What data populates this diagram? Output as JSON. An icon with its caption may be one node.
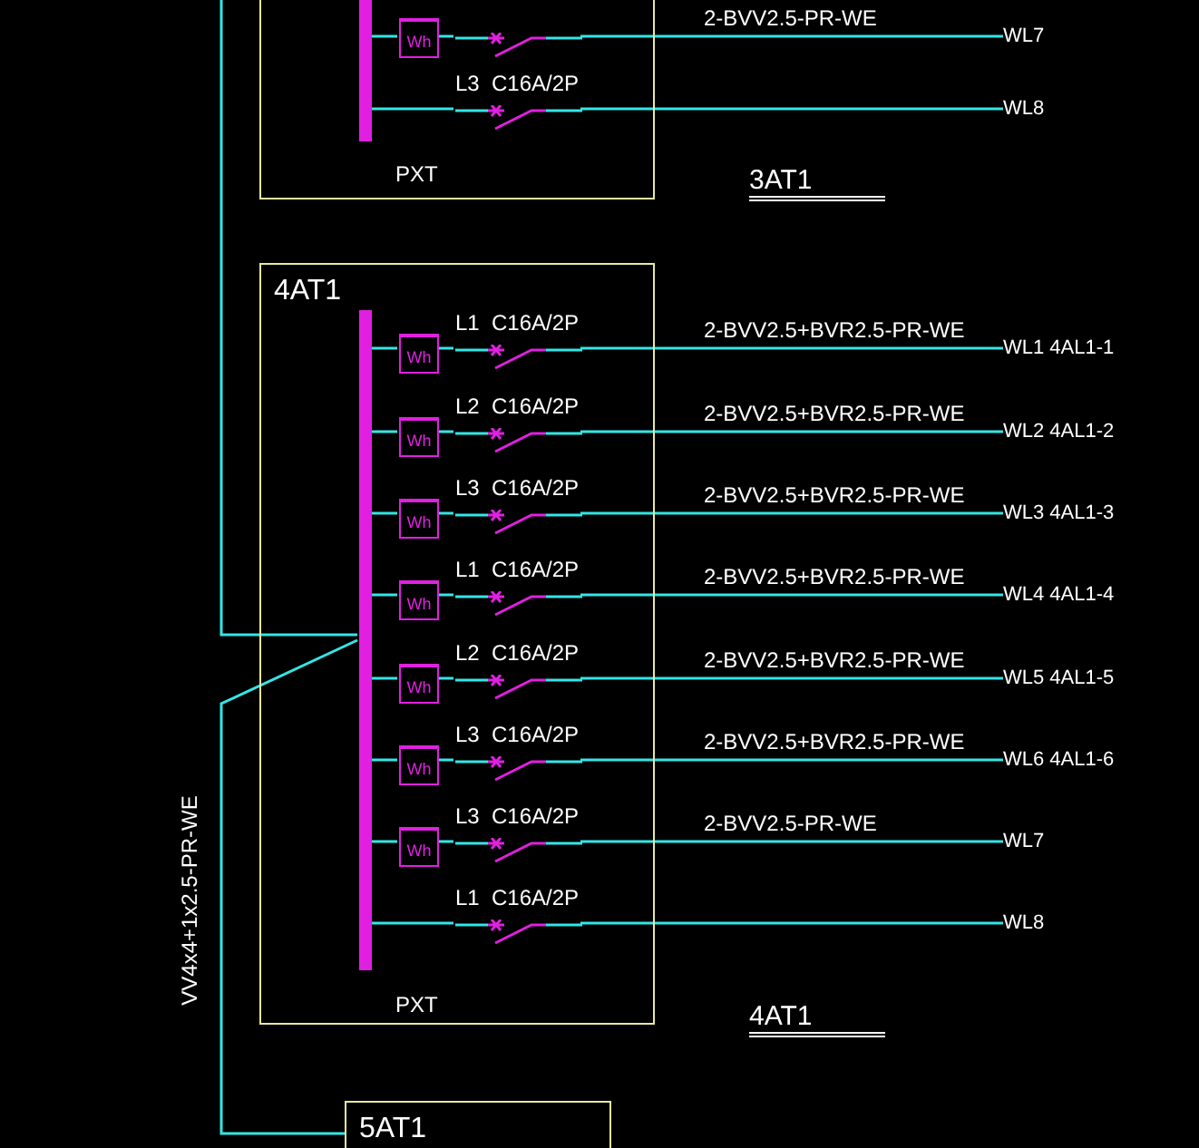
{
  "diagram": {
    "nodes": [
      {
        "text": [
          "PXT"
        ],
        "beside": [
          "3AT1"
        ]
      },
      {
        "text": [],
        "shape": "bar",
        "in": 0
      },
      {
        "text": [
          "Wh"
        ],
        "in": 0
      },
      {
        "text": [],
        "shape": "breaker",
        "in": 0
      },
      {
        "text": [
          "L3",
          "C16A/2P"
        ],
        "in": 0
      },
      {
        "text": [
          "WL7"
        ]
      },
      {
        "text": [
          "WL8"
        ]
      },
      {
        "text": [
          "4AT1",
          "PXT"
        ],
        "beside": [
          "4AT1"
        ]
      },
      {
        "text": [],
        "shape": "bar",
        "in": 7
      },
      {
        "text": [
          "Wh"
        ],
        "in": 7
      },
      {
        "text": [
          "Wh"
        ],
        "in": 7
      },
      {
        "text": [
          "Wh"
        ],
        "in": 7
      },
      {
        "text": [
          "Wh"
        ],
        "in": 7
      },
      {
        "text": [
          "Wh"
        ],
        "in": 7
      },
      {
        "text": [
          "Wh"
        ],
        "in": 7
      },
      {
        "text": [
          "Wh"
        ],
        "in": 7
      },
      {
        "text": [
          "L1",
          "C16A/2P"
        ],
        "in": 7
      },
      {
        "text": [
          "L2",
          "C16A/2P"
        ],
        "in": 7
      },
      {
        "text": [
          "L3",
          "C16A/2P"
        ],
        "in": 7
      },
      {
        "text": [
          "L1",
          "C16A/2P"
        ],
        "in": 7
      },
      {
        "text": [
          "L2",
          "C16A/2P"
        ],
        "in": 7
      },
      {
        "text": [
          "L3",
          "C16A/2P"
        ],
        "in": 7
      },
      {
        "text": [
          "L3",
          "C16A/2P"
        ],
        "in": 7
      },
      {
        "text": [
          "L1",
          "C16A/2P"
        ],
        "in": 7
      },
      {
        "text": [
          "WL1 4AL1-1"
        ]
      },
      {
        "text": [
          "WL2 4AL1-2"
        ]
      },
      {
        "text": [
          "WL3 4AL1-3"
        ]
      },
      {
        "text": [
          "WL4 4AL1-4"
        ]
      },
      {
        "text": [
          "WL5 4AL1-5"
        ]
      },
      {
        "text": [
          "WL6 4AL1-6"
        ]
      },
      {
        "text": [
          "WL7"
        ]
      },
      {
        "text": [
          "WL8"
        ]
      },
      {
        "text": [
          "5AT1"
        ]
      }
    ],
    "edges": [
      {
        "from": 1,
        "to": 2,
        "arrow": "none"
      },
      {
        "from": 2,
        "to": 3,
        "arrow": "none"
      },
      {
        "from": 3,
        "to": 5,
        "arrow": "none",
        "label": "2-BVV2.5-PR-WE"
      },
      {
        "from": 1,
        "to": 4,
        "arrow": "none"
      },
      {
        "from": 4,
        "to": 6,
        "arrow": "none"
      },
      {
        "from": 8,
        "to": 9,
        "arrow": "none"
      },
      {
        "from": 9,
        "to": 16,
        "arrow": "none"
      },
      {
        "from": 16,
        "to": 24,
        "arrow": "none",
        "label": "2-BVV2.5+BVR2.5-PR-WE"
      },
      {
        "from": 8,
        "to": 10,
        "arrow": "none"
      },
      {
        "from": 10,
        "to": 17,
        "arrow": "none"
      },
      {
        "from": 17,
        "to": 25,
        "arrow": "none",
        "label": "2-BVV2.5+BVR2.5-PR-WE"
      },
      {
        "from": 8,
        "to": 11,
        "arrow": "none"
      },
      {
        "from": 11,
        "to": 18,
        "arrow": "none"
      },
      {
        "from": 18,
        "to": 26,
        "arrow": "none",
        "label": "2-BVV2.5+BVR2.5-PR-WE"
      },
      {
        "from": 8,
        "to": 12,
        "arrow": "none"
      },
      {
        "from": 12,
        "to": 19,
        "arrow": "none"
      },
      {
        "from": 19,
        "to": 27,
        "arrow": "none",
        "label": "2-BVV2.5+BVR2.5-PR-WE"
      },
      {
        "from": 8,
        "to": 13,
        "arrow": "none"
      },
      {
        "from": 13,
        "to": 20,
        "arrow": "none"
      },
      {
        "from": 20,
        "to": 28,
        "arrow": "none",
        "label": "2-BVV2.5+BVR2.5-PR-WE"
      },
      {
        "from": 8,
        "to": 14,
        "arrow": "none"
      },
      {
        "from": 14,
        "to": 21,
        "arrow": "none"
      },
      {
        "from": 21,
        "to": 29,
        "arrow": "none",
        "label": "2-BVV2.5+BVR2.5-PR-WE"
      },
      {
        "from": 8,
        "to": 15,
        "arrow": "none"
      },
      {
        "from": 15,
        "to": 22,
        "arrow": "none"
      },
      {
        "from": 22,
        "to": 30,
        "arrow": "none",
        "label": "2-BVV2.5-PR-WE"
      },
      {
        "from": 8,
        "to": 23,
        "arrow": "none"
      },
      {
        "from": 23,
        "to": 31,
        "arrow": "none"
      },
      {
        "from": null,
        "to": 8,
        "arrow": "none"
      },
      {
        "from": 8,
        "to": 32,
        "arrow": "none",
        "label": "VV4x4+1x2.5-PR-WE"
      }
    ]
  }
}
